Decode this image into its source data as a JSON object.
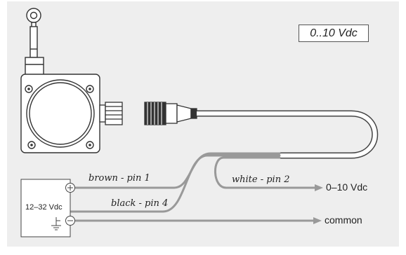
{
  "signal_type": "0..10 Vdc",
  "power_supply": {
    "voltage": "12–32 Vdc",
    "plus_symbol": "+",
    "minus_symbol": "−"
  },
  "wires": [
    {
      "label": "brown - pin 1"
    },
    {
      "label": "black - pin 4"
    },
    {
      "label": "white - pin 2"
    }
  ],
  "outputs": [
    {
      "label": "0–10 Vdc"
    },
    {
      "label": "common"
    }
  ],
  "colors": {
    "background": "#eeeeee",
    "wire": "#999999",
    "line": "#444444",
    "outline": "#333333"
  }
}
